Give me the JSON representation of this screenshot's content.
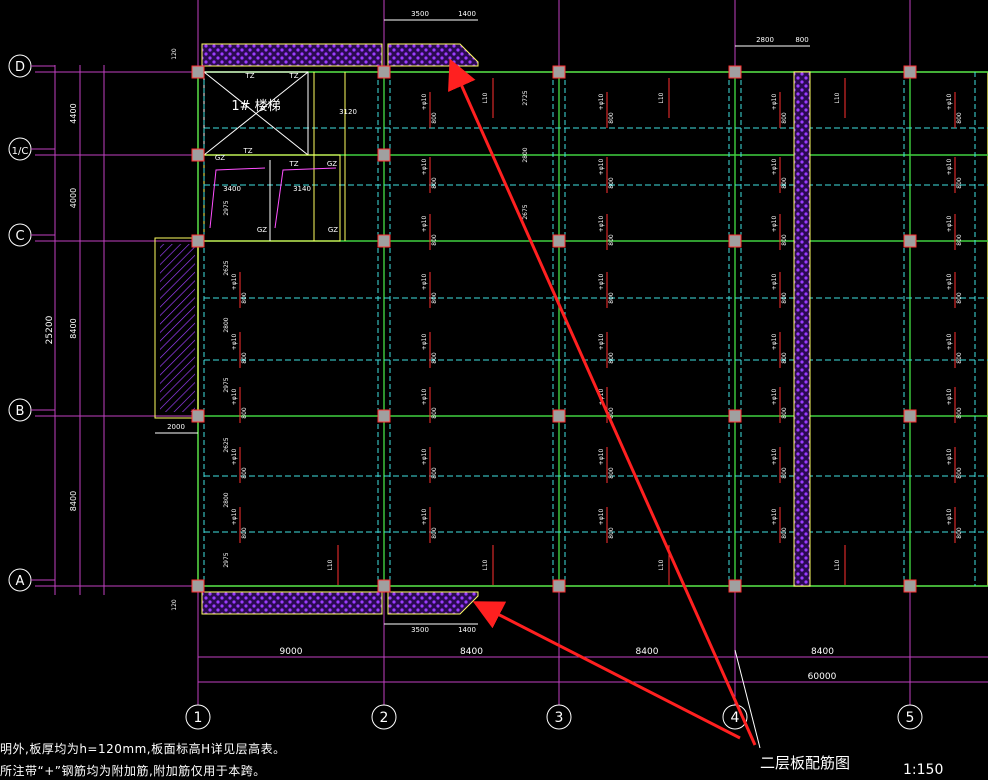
{
  "drawing": {
    "title": "二层板配筋图",
    "scale": "1:150",
    "notes": [
      "明外,板厚均为h=120mm,板面标高H详见层高表。",
      "所注带“+”钢筋均为附加筋,附加筋仅用于本跨。"
    ]
  },
  "axes": {
    "rows": [
      {
        "label": "D"
      },
      {
        "label": "1/C"
      },
      {
        "label": "C"
      },
      {
        "label": "B"
      },
      {
        "label": "A"
      }
    ],
    "cols": [
      {
        "label": "1"
      },
      {
        "label": "2"
      },
      {
        "label": "3"
      },
      {
        "label": "4"
      },
      {
        "label": "5"
      }
    ]
  },
  "dimensions": {
    "bottom_spans": [
      "9000",
      "8400",
      "8400",
      "8400"
    ],
    "bottom_total": "60000",
    "left_spans": [
      "4400",
      "4000",
      "8400",
      "8400"
    ],
    "left_total": "25200",
    "left_sub": [
      "120",
      "2625",
      "2800",
      "2975",
      "2625",
      "2800",
      "2975",
      "120",
      "2975"
    ],
    "top_canopy": [
      "3500",
      "1400"
    ],
    "bottom_canopy": [
      "3500",
      "1400"
    ],
    "top_col4": [
      "2800",
      "800"
    ],
    "balcony_width": "2000",
    "stair_dims": [
      "3120",
      "3400",
      "3140"
    ],
    "span_vertical": "2725",
    "span_vertical2": "2800",
    "span_vertical3": "2675"
  },
  "labels": {
    "stair": "1# 楼梯",
    "tz": "TZ",
    "gz": "GZ",
    "rebar_top": "800",
    "rebar_plus": "+φ10",
    "l10": "L10"
  }
}
